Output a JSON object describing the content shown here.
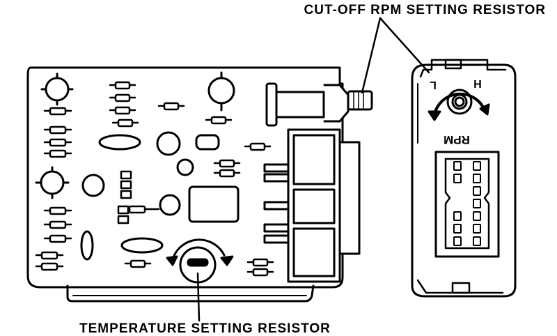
{
  "labels": {
    "cutoff": "CUT-OFF RPM SETTING RESISTOR",
    "temperature": "TEMPERATURE SETTING RESISTOR",
    "rpm": "RPM",
    "low": "L",
    "high": "H"
  }
}
